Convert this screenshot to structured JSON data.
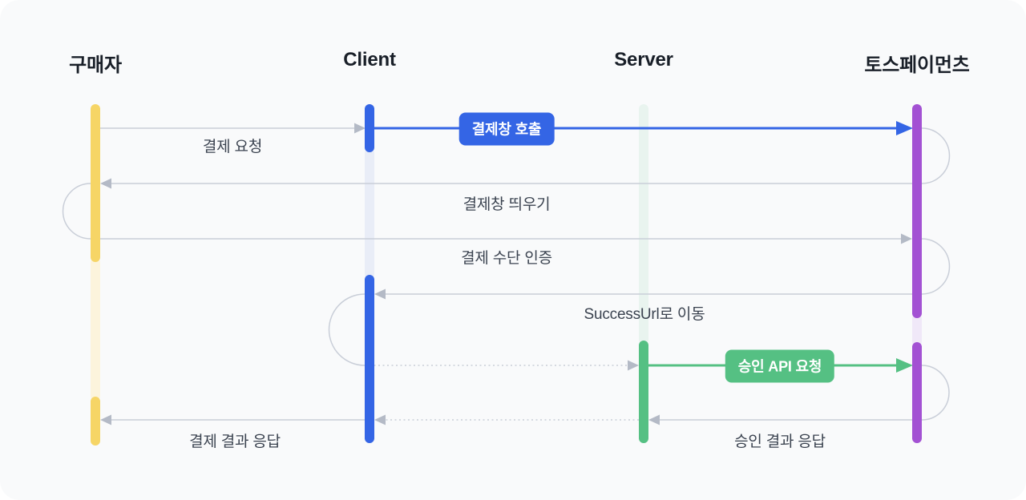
{
  "lifelines": {
    "buyer": {
      "label": "구매자"
    },
    "client": {
      "label": "Client"
    },
    "server": {
      "label": "Server"
    },
    "tosspayments": {
      "label": "토스페이먼츠"
    }
  },
  "messages": {
    "payment_request": {
      "label": "결제 요청",
      "from": "구매자",
      "to": "Client",
      "line": "solid"
    },
    "open_checkout_call": {
      "label": "결제창 호출",
      "from": "Client",
      "to": "토스페이먼츠",
      "line": "solid-badge"
    },
    "show_checkout": {
      "label": "결제창 띄우기",
      "from": "토스페이먼츠",
      "to": "구매자",
      "line": "solid"
    },
    "auth_payment_method": {
      "label": "결제 수단 인증",
      "from": "구매자",
      "to": "토스페이먼츠",
      "line": "solid"
    },
    "redirect_success_url": {
      "label": "SuccessUrl로 이동",
      "from": "토스페이먼츠",
      "to": "Client",
      "line": "solid"
    },
    "approve_api_request": {
      "label": "승인 API 요청",
      "from": "Server",
      "to": "토스페이먼츠",
      "line": "solid-badge"
    },
    "approve_result_response": {
      "label": "승인 결과 응답",
      "from": "토스페이먼츠",
      "to": "Server",
      "line": "solid"
    },
    "payment_result_response": {
      "label": "결제 결과 응답",
      "from": "Client",
      "to": "구매자",
      "line": "solid"
    }
  },
  "colors": {
    "bg": "#f9fafb",
    "header-text": "#191f28",
    "label-text": "#3b4350",
    "line": "#c9ced8",
    "arrowhead": "#b4bac6",
    "badge-text": "#ffffff",
    "yellow": "#f6d566",
    "blue": "#3465e5",
    "green": "#55c083",
    "purple": "#a351d3",
    "track-yellow": "#fcf4dc",
    "track-blue": "#e9edf7",
    "track-mint": "#e9f4ef",
    "track-purple": "#f0e8f8"
  }
}
